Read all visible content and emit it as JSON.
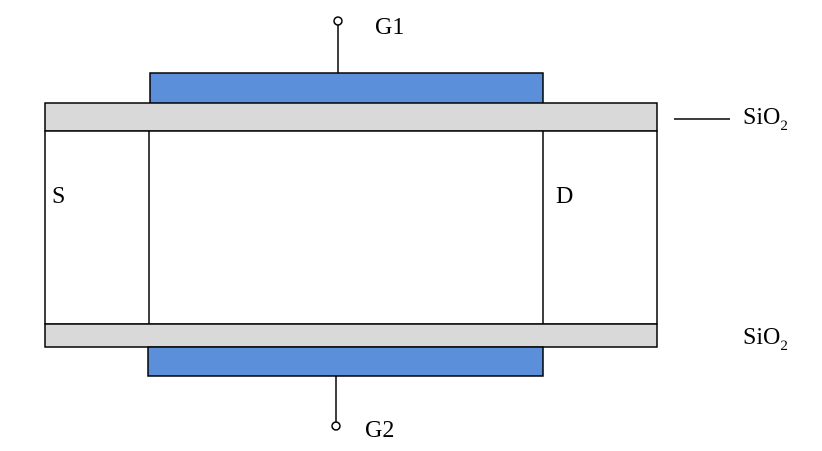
{
  "labels": {
    "top_gate": "G1",
    "bottom_gate": "G2",
    "source": "S",
    "drain": "D",
    "oxide_top_base": "SiO",
    "oxide_top_sub": "2",
    "oxide_bottom_base": "SiO",
    "oxide_bottom_sub": "2"
  },
  "colors": {
    "gate_fill": "#5b8fd9",
    "oxide_fill": "#d9d9d9",
    "line": "#000000",
    "background": "#ffffff"
  }
}
